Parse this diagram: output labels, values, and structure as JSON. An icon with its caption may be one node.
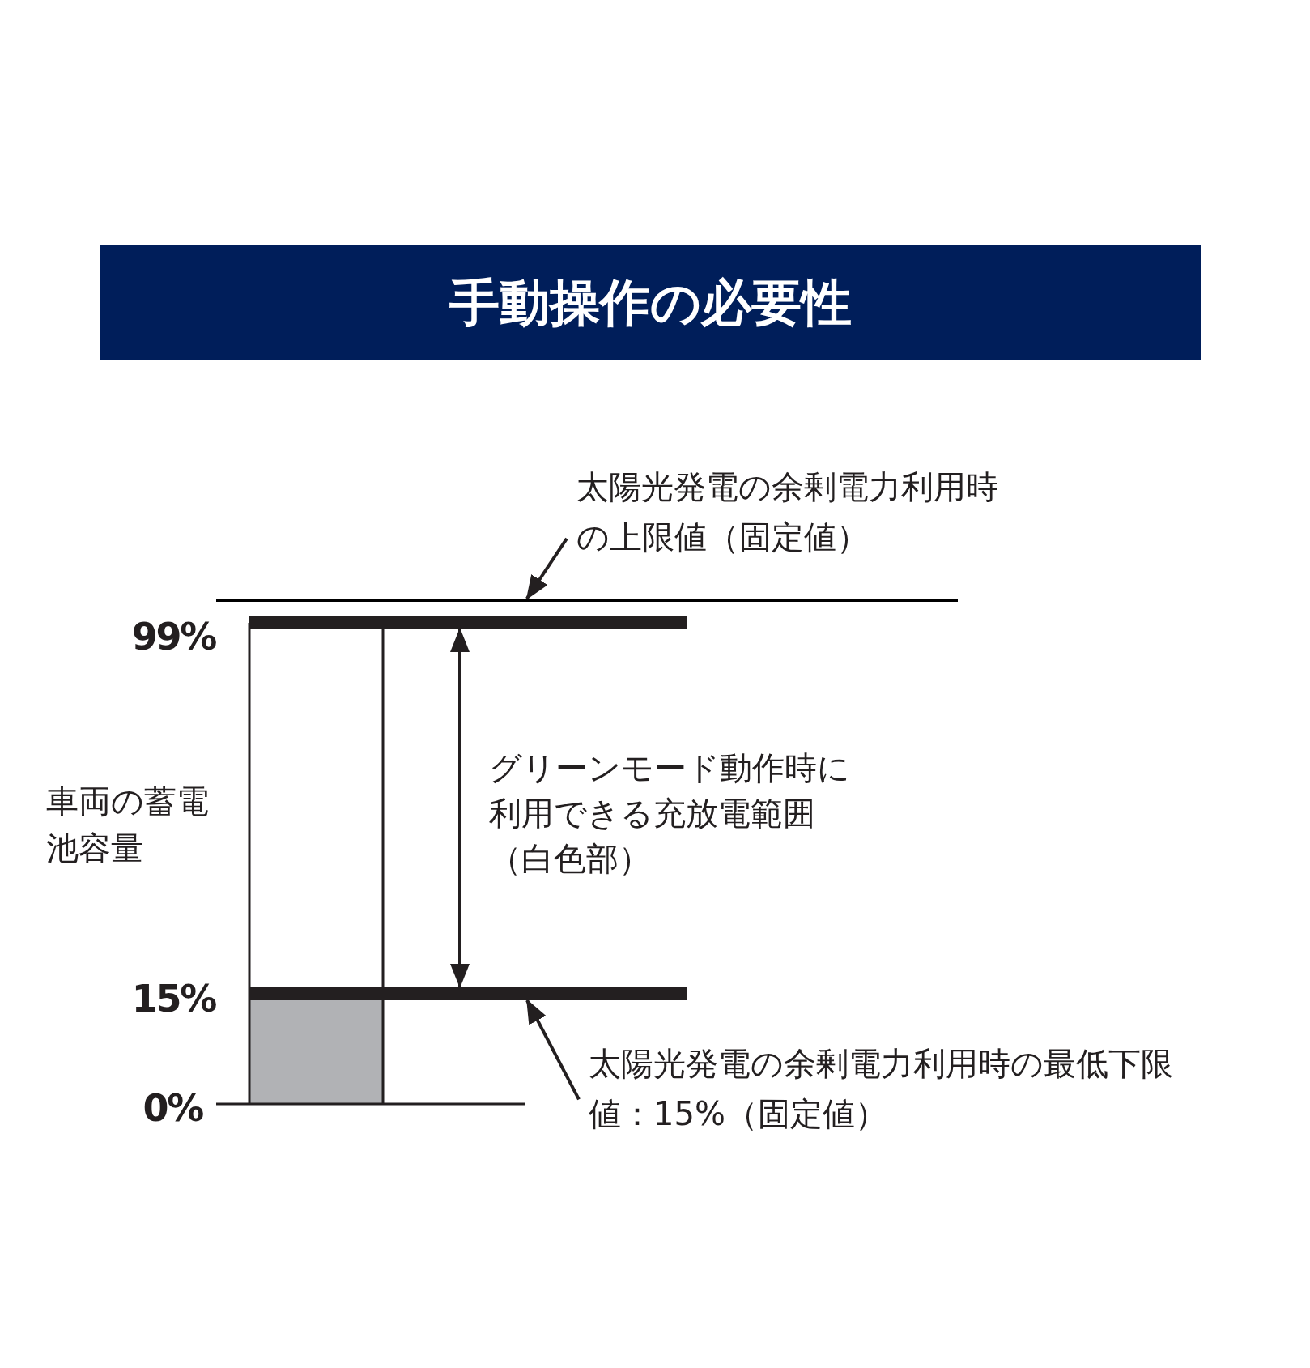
{
  "diagram": {
    "title": "手動操作の必要性",
    "nodes": [
      {
        "text": [
          "太陽光発電の余剰電力利用時の上限値（固定値）"
        ]
      },
      {
        "text": [],
        "shape": "line"
      },
      {
        "text": [],
        "shape": "bar"
      },
      {
        "text": [],
        "shape": "bar"
      },
      {
        "text": [
          "太陽光発電の余剰電力利用時の最低下限値：15%（固定値）"
        ]
      }
    ],
    "edges": [
      {
        "from": 0,
        "to": 1,
        "arrow": "to"
      },
      {
        "from": 4,
        "to": 3,
        "arrow": "to"
      },
      {
        "from": 2,
        "to": 3,
        "arrow": "both"
      }
    ],
    "labels": [
      "99%",
      "15%",
      "0%",
      "車両の蓄電池容量",
      "グリーンモード動作時に利用できる充放電範囲（白色部）"
    ]
  }
}
